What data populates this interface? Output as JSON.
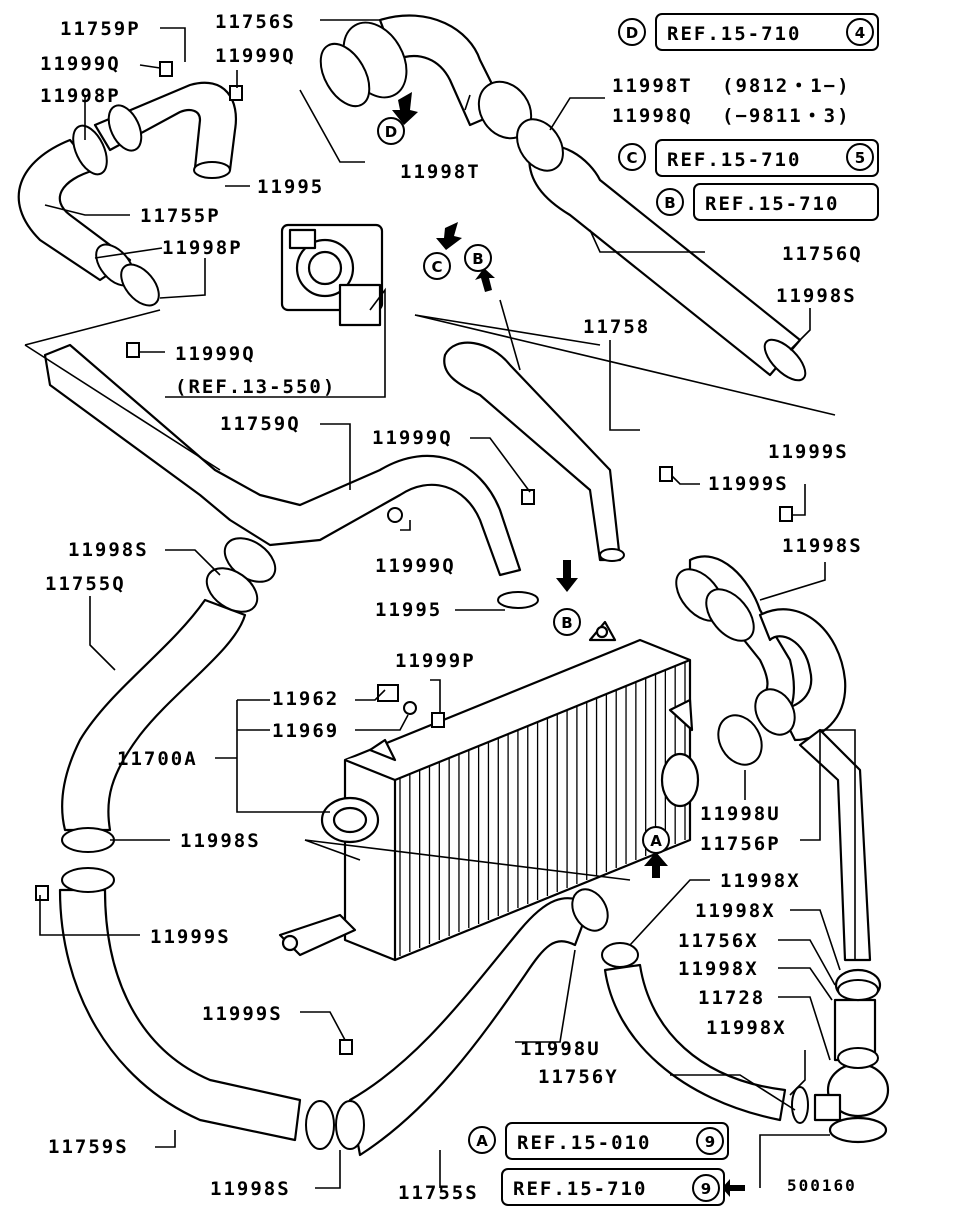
{
  "diagram_code": "500160",
  "part_labels": {
    "p11759P": "11759P",
    "p11999Q_a": "11999Q",
    "p11998P_a": "11998P",
    "p11756S": "11756S",
    "p11999Q_b": "11999Q",
    "p11998T_a": "11998T",
    "p11998T_b": "11998T",
    "p11998T_date": "(9812・1−)",
    "p11998Q": "11998Q",
    "p11998Q_date": "(−9811・3)",
    "p11995_a": "11995",
    "p11755P": "11755P",
    "p11998P_b": "11998P",
    "p11756Q": "11756Q",
    "p11998S_a": "11998S",
    "p11999Q_c": "11999Q",
    "p11758": "11758",
    "p11759Q": "11759Q",
    "p11999Q_d": "11999Q",
    "p11999S_a": "11999S",
    "p11999S_b": "11999S",
    "p11998S_b": "11998S",
    "p11998S_c": "11998S",
    "p11755Q": "11755Q",
    "p11999Q_e": "11999Q",
    "p11995_b": "11995",
    "p11999P": "11999P",
    "p11962": "11962",
    "p11969": "11969",
    "p11700A": "11700A",
    "p11998U_a": "11998U",
    "p11756P": "11756P",
    "p11998S_d": "11998S",
    "p11998X_a": "11998X",
    "p11998X_b": "11998X",
    "p11756X": "11756X",
    "p11998X_c": "11998X",
    "p11728": "11728",
    "p11998X_d": "11998X",
    "p11999S_c": "11999S",
    "p11999S_d": "11999S",
    "p11998U_b": "11998U",
    "p11756Y": "11756Y",
    "p11759S": "11759S",
    "p11998S_e": "11998S",
    "p11755S": "11755S"
  },
  "references": {
    "ref_13_550": "(REF.13-550)",
    "ref_D": "REF.15-710",
    "ref_D_num": "4",
    "ref_C": "REF.15-710",
    "ref_C_num": "5",
    "ref_B": "REF.15-710",
    "ref_A": "REF.15-010",
    "ref_A_num": "9",
    "ref_bottom": "REF.15-710",
    "ref_bottom_num": "9"
  },
  "markers": {
    "A": "A",
    "B": "B",
    "C": "C",
    "D": "D"
  }
}
